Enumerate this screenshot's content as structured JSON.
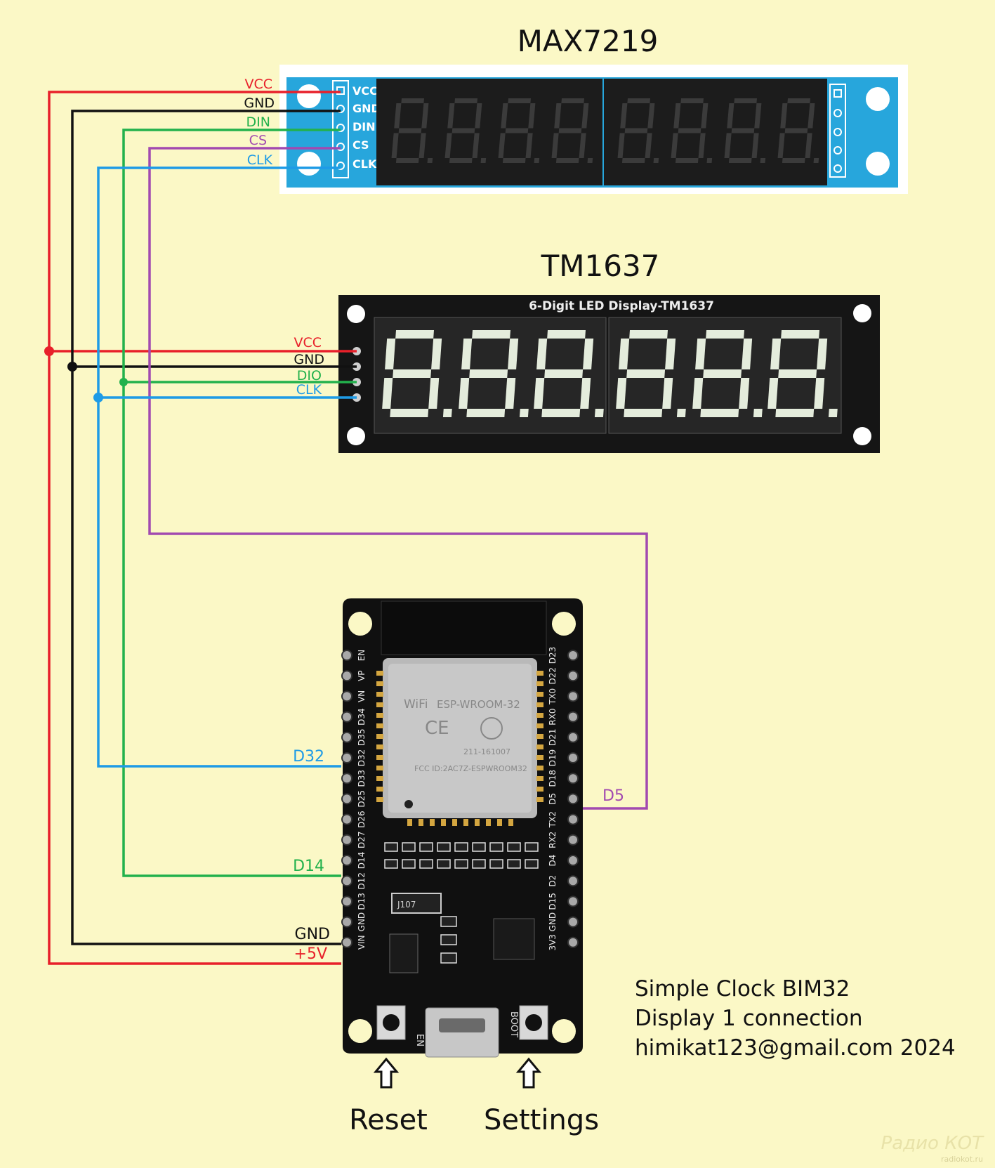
{
  "titles": {
    "max7219": "MAX7219",
    "tm1637": "TM1637"
  },
  "max7219": {
    "pins": [
      "VCC",
      "GND",
      "DIN",
      "CS",
      "CLK"
    ],
    "wire_labels": [
      "VCC",
      "GND",
      "DIN",
      "CS",
      "CLK"
    ]
  },
  "tm1637": {
    "board_text": "6-Digit LED Display-TM1637",
    "wire_labels": [
      "VCC",
      "GND",
      "DIO",
      "CLK"
    ]
  },
  "esp32": {
    "module_text": "ESP-WROOM-32",
    "module_wifi": "WiFi",
    "module_cert": "211-161007",
    "module_fcc": "FCC ID:2AC7Z-ESPWROOM32",
    "left_pins": [
      "EN",
      "VP",
      "VN",
      "D34",
      "D35",
      "D32",
      "D33",
      "D25",
      "D26",
      "D27",
      "D14",
      "D12",
      "D13",
      "GND",
      "VIN"
    ],
    "right_pins": [
      "D23",
      "D22",
      "TX0",
      "RX0",
      "D21",
      "D19",
      "D18",
      "D5",
      "TX2",
      "RX2",
      "D4",
      "D2",
      "D15",
      "GND",
      "3V3"
    ],
    "chip_label": "J107",
    "en_label": "EN",
    "boot_label": "BOOT"
  },
  "connection_labels": {
    "d32": "D32",
    "d5": "D5",
    "d14": "D14",
    "gnd": "GND",
    "v5": "+5V"
  },
  "buttons": {
    "reset": "Reset",
    "settings": "Settings"
  },
  "caption": [
    "Simple Clock BIM32",
    "Display 1 connection",
    "himikat123@gmail.com 2024"
  ],
  "watermark": [
    "Радио КОТ",
    "radiokot.ru"
  ],
  "colors": {
    "background": "#fbf8c6",
    "vcc": "#e8202a",
    "gnd": "#111111",
    "din": "#22b14c",
    "cs": "#a24ab0",
    "clk": "#1e9be6",
    "pcb_blue": "#27a6dc",
    "segment": "#e4ecdc"
  }
}
